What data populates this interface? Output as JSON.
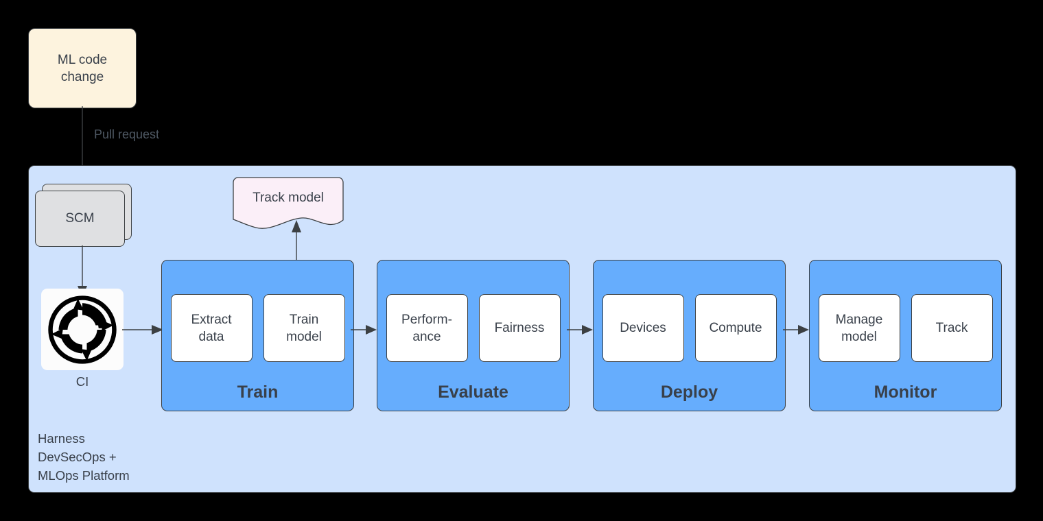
{
  "diagram": {
    "title": "ML code change to MLOps pipeline flow",
    "colors": {
      "code_change_fill": "#FDF3DE",
      "platform_fill": "#CFE2FD",
      "stage_fill": "#66ADFD",
      "substep_fill": "#FFFFFF",
      "scm_fill": "#DFE0E2",
      "track_model_fill": "#FBEFF8",
      "stroke": "#3c4043",
      "text": "#39404a",
      "edge_label_text": "#4e5863"
    }
  },
  "nodes": {
    "ml_code_change": {
      "label": "ML code\nchange"
    },
    "scm": {
      "label": "SCM"
    },
    "ci": {
      "label": "CI",
      "icon": "continuous-integration-icon"
    },
    "track_model": {
      "label": "Track model"
    },
    "platform": {
      "label": "Harness\nDevSecOps +\nMLOps Platform"
    }
  },
  "edges": {
    "pull_request": {
      "label": "Pull request"
    }
  },
  "stages": [
    {
      "id": "train",
      "title": "Train",
      "substeps": [
        {
          "label": "Extract\ndata"
        },
        {
          "label": "Train\nmodel"
        }
      ]
    },
    {
      "id": "evaluate",
      "title": "Evaluate",
      "substeps": [
        {
          "label": "Perform-\nance"
        },
        {
          "label": "Fairness"
        }
      ]
    },
    {
      "id": "deploy",
      "title": "Deploy",
      "substeps": [
        {
          "label": "Devices"
        },
        {
          "label": "Compute"
        }
      ]
    },
    {
      "id": "monitor",
      "title": "Monitor",
      "substeps": [
        {
          "label": "Manage\nmodel"
        },
        {
          "label": "Track"
        }
      ]
    }
  ]
}
